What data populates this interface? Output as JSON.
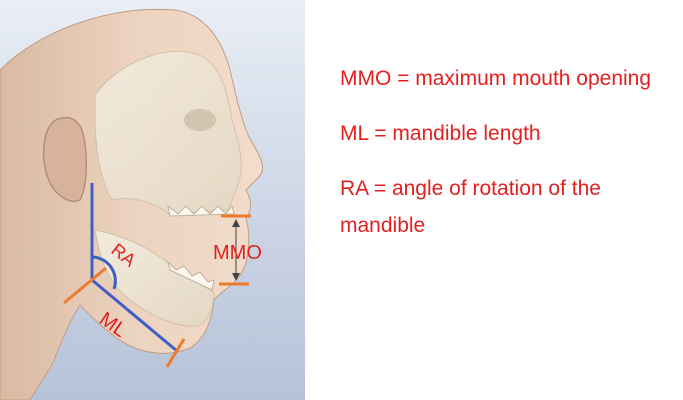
{
  "figure": {
    "labels": {
      "mmo": "MMO",
      "ra": "RA",
      "ml": "ML"
    },
    "colors": {
      "measure_line": "#3f5fc7",
      "marker": "#ee7a2c",
      "label": "#e41f1f"
    }
  },
  "legend": {
    "items": [
      "MMO = maximum mouth opening",
      "ML = mandible length",
      "RA = angle of rotation of the mandible"
    ]
  }
}
